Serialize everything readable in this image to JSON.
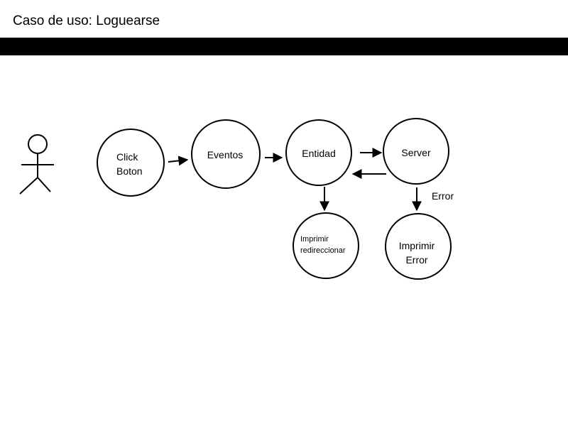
{
  "title": {
    "prefix": "Caso de uso:",
    "name": "Loguearse"
  },
  "colors": {
    "bar": "#000000",
    "stroke": "#000000",
    "background": "#ffffff"
  },
  "actor": {
    "icon": "stick-figure-actor-icon"
  },
  "nodes": {
    "click_boton": {
      "lines": [
        "Click",
        "Boton"
      ]
    },
    "eventos": {
      "lines": [
        "Eventos"
      ]
    },
    "entidad": {
      "lines": [
        "Entidad"
      ]
    },
    "server": {
      "lines": [
        "Server"
      ]
    },
    "imprimir_redireccionar": {
      "lines": [
        "Imprimir",
        "redireccionar"
      ]
    },
    "imprimir_error": {
      "lines": [
        "Imprimir",
        "Error"
      ]
    }
  },
  "edges": {
    "server_to_error": {
      "label": "Error"
    }
  }
}
